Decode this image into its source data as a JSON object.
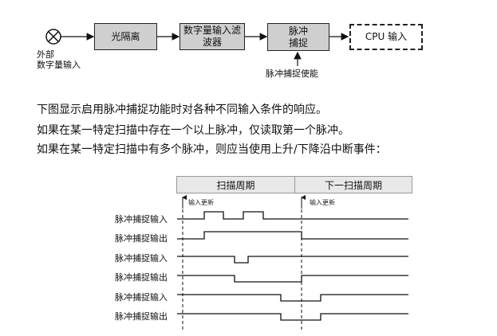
{
  "diagram": {
    "input_caption": "外部\n数字量输入",
    "blocks": [
      {
        "id": "isolation",
        "label": "光隔离"
      },
      {
        "id": "filter",
        "label": "数字量输入滤\n波器"
      },
      {
        "id": "capture",
        "label": "脉冲\n捕捉"
      },
      {
        "id": "cpu",
        "label": "CPU  输入"
      }
    ],
    "enable_label": "脉冲捕捉使能"
  },
  "text": {
    "line1": "下图显示启用脉冲捕捉功能时对各种不同输入条件的响应。",
    "line2": "如果在某一特定扫描中存在一个以上脉冲，仅读取第一个脉冲。",
    "line3": "如果在某一特定扫描中有多个脉冲，则应当使用上升/下降沿中断事件："
  },
  "timing": {
    "scan_header": "扫描周期",
    "next_scan_header": "下一扫描周期",
    "input_update_1": "输入更新",
    "input_update_2": "输入更新",
    "signals": [
      {
        "label": "脉冲捕捉输入"
      },
      {
        "label": "脉冲捕捉输出"
      },
      {
        "label": "脉冲捕捉输入"
      },
      {
        "label": "脉冲捕捉输出"
      },
      {
        "label": "脉冲捕捉输入"
      },
      {
        "label": "脉冲捕捉输出"
      }
    ]
  }
}
